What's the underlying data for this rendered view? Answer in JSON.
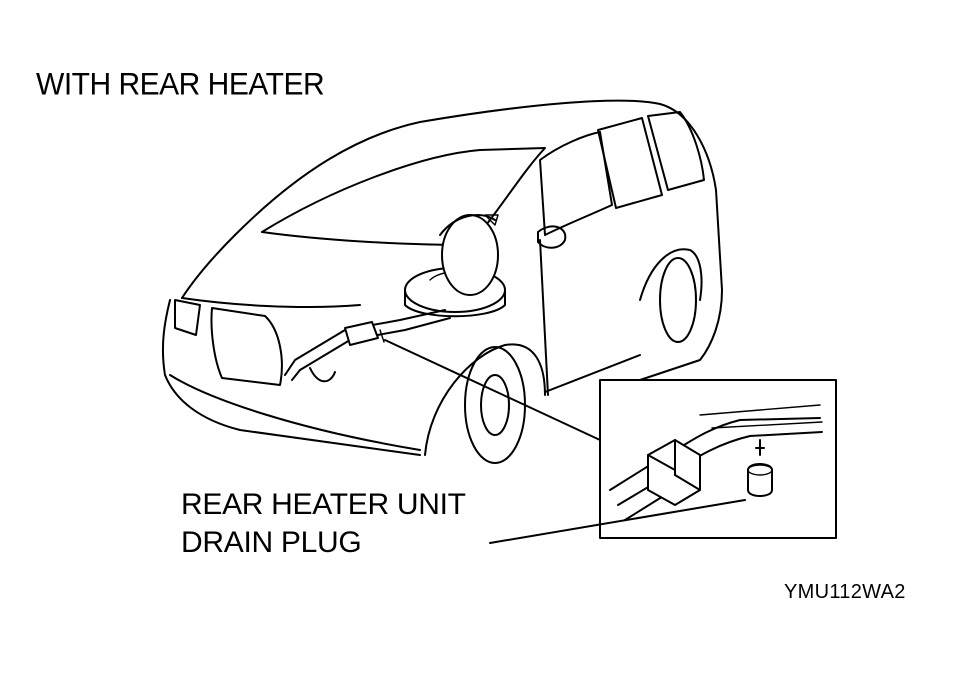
{
  "title": "WITH REAR HEATER",
  "callout": {
    "line1": "REAR HEATER UNIT",
    "line2": "DRAIN PLUG"
  },
  "figure_code": "YMU112WA2",
  "icons": {
    "vehicle": "minivan-illustration",
    "detail": "drain-plug-detail-inset"
  }
}
